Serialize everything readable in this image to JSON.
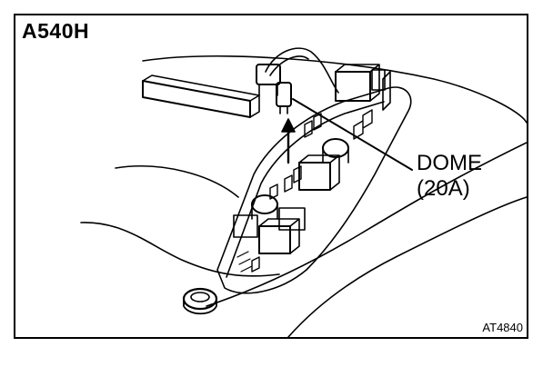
{
  "diagram": {
    "model": "A540H",
    "callout": {
      "name": "DOME",
      "rating": "(20A)"
    },
    "figure_code": "AT4840"
  },
  "colors": {
    "ink": "#000000",
    "paper": "#ffffff"
  }
}
